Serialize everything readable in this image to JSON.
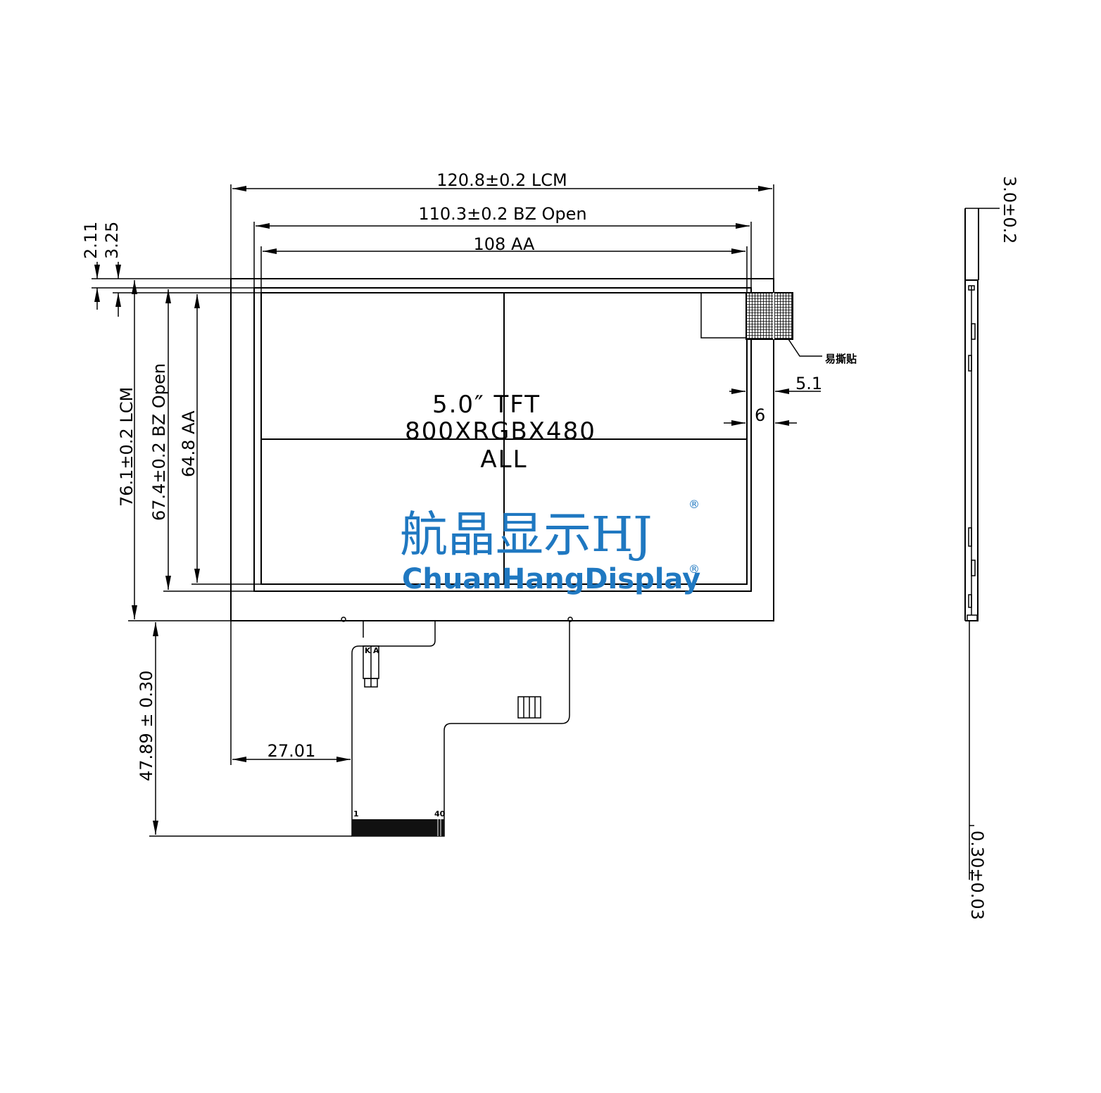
{
  "dimensions": {
    "lcm_width": "120.8±0.2 LCM",
    "bz_open_width": "110.3±0.2 BZ Open",
    "aa_width": "108 AA",
    "lcm_height": "76.1±0.2 LCM",
    "bz_open_height": "67.4±0.2 BZ Open",
    "aa_height": "64.8 AA",
    "top_offset_1": "2.11",
    "top_offset_2": "3.25",
    "right_offset_1": "5.1",
    "right_offset_2": "6",
    "fpc_length": "47.89 ± 0.30",
    "fpc_offset": "27.01",
    "thickness": "3.0±0.2",
    "fpc_thickness": "0.30±0.03"
  },
  "panel": {
    "line1": "5.0″ TFT",
    "line2": "800XRGBX480",
    "line3": "ALL"
  },
  "labels": {
    "easy_tear": "易撕贴",
    "pin_first": "1",
    "pin_last": "40",
    "k_label": "K",
    "a_label": "A"
  },
  "watermark": {
    "cn": "航晶显示HJ",
    "en": "ChuanHangDisplay",
    "registered": "®"
  }
}
